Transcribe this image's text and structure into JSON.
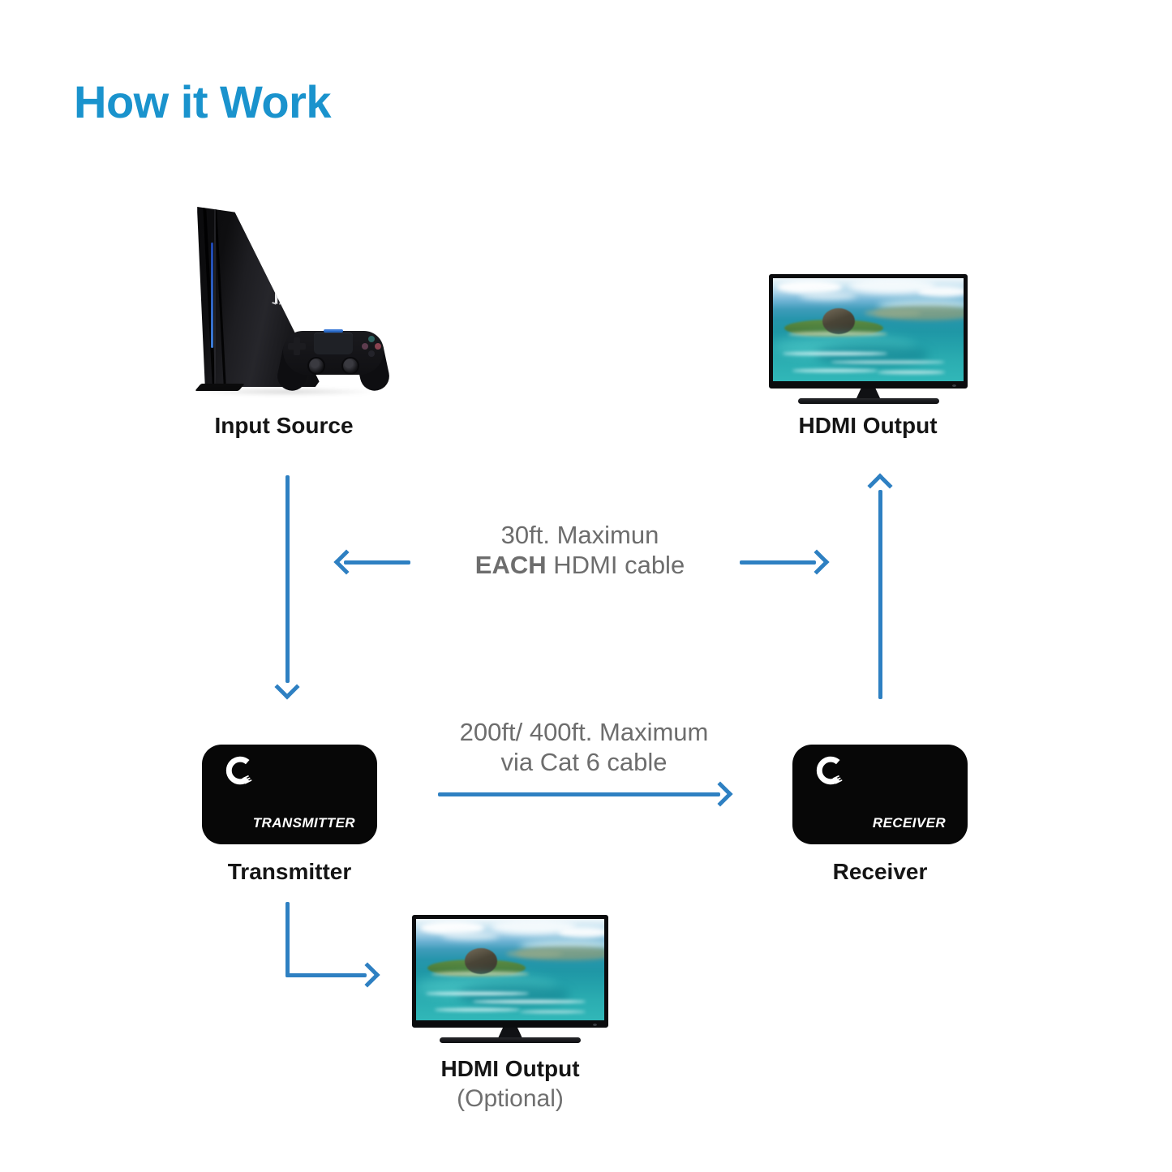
{
  "title": {
    "text": "How it Work"
  },
  "colors": {
    "title": "#1a93cd",
    "arrow": "#2e80c2",
    "annotation": "#6d6d6d",
    "label": "#151515",
    "sublabel": "#6f6f6f",
    "device": "#070707",
    "device_text": "#ffffff"
  },
  "nodes": {
    "input_source": {
      "label": "Input Source"
    },
    "hdmi_output_top": {
      "label": "HDMI Output"
    },
    "transmitter": {
      "label": "Transmitter",
      "device_text": "TRANSMITTER"
    },
    "receiver": {
      "label": "Receiver",
      "device_text": "RECEIVER"
    },
    "hdmi_output_bottom": {
      "label": "HDMI Output",
      "sublabel": "(Optional)"
    }
  },
  "annotations": {
    "hdmi_cable": {
      "line1": "30ft. Maximun",
      "line2_bold": "EACH",
      "line2_rest": " HDMI cable"
    },
    "cat6": {
      "line1": "200ft/ 400ft. Maximum",
      "line2": "via Cat 6 cable"
    }
  }
}
